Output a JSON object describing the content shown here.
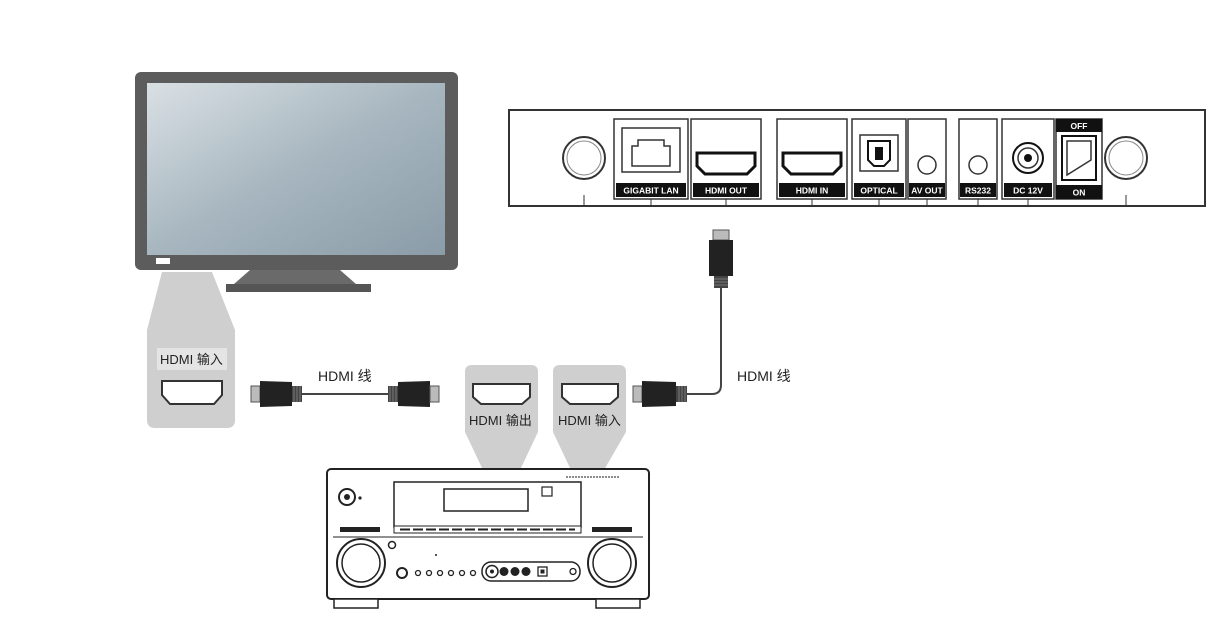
{
  "tv": {
    "input_label": "HDMI 输入"
  },
  "cables": {
    "left_label": "HDMI 线",
    "right_label": "HDMI 线"
  },
  "receiver": {
    "output_label": "HDMI 输出",
    "input_label": "HDMI 输入"
  },
  "player_panel": {
    "ports": [
      "GIGABIT LAN",
      "HDMI OUT",
      "HDMI IN",
      "OPTICAL",
      "AV OUT",
      "RS232",
      "DC 12V"
    ],
    "switch_off": "OFF",
    "switch_on": "ON"
  }
}
